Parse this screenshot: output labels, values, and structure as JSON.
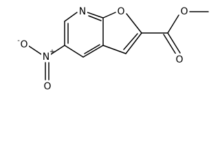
{
  "molecule": {
    "atoms": {
      "ring_nitrogen": "N",
      "furan_oxygen": "O",
      "carbonyl_oxygen": "O",
      "ester_oxygen": "O",
      "nitro_nitrogen": "N",
      "nitro_nitrogen_charge": "+",
      "nitro_oxygen_anion": "O",
      "nitro_oxygen_anion_charge": "-",
      "nitro_oxygen_double": "O"
    },
    "colors": {
      "bond": "#000000",
      "text": "#000000",
      "background": "#ffffff"
    }
  }
}
